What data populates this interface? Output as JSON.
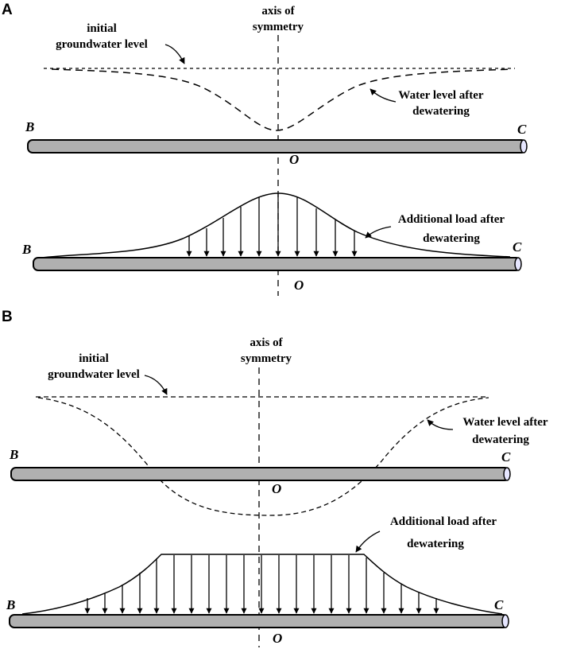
{
  "colors": {
    "pipe_fill": "#b0b0b0",
    "pipe_end": "#e6e6ff",
    "line": "#000000"
  },
  "panel_a": {
    "letter": "A",
    "axis_label": [
      "axis of",
      "symmetry"
    ],
    "initial_label": [
      "initial",
      "groundwater level"
    ],
    "after_label": [
      "Water level after",
      "dewatering"
    ],
    "load_label": [
      "Additional load after",
      "dewatering"
    ],
    "point_b": "B",
    "point_c": "C",
    "point_o": "O"
  },
  "panel_b": {
    "letter": "B",
    "axis_label": [
      "axis of",
      "symmetry"
    ],
    "initial_label": [
      "initial",
      "groundwater level"
    ],
    "after_label": [
      "Water level after",
      "dewatering"
    ],
    "load_label": [
      "Additional load after",
      "dewatering"
    ],
    "point_b": "B",
    "point_c": "C",
    "point_o": "O"
  }
}
